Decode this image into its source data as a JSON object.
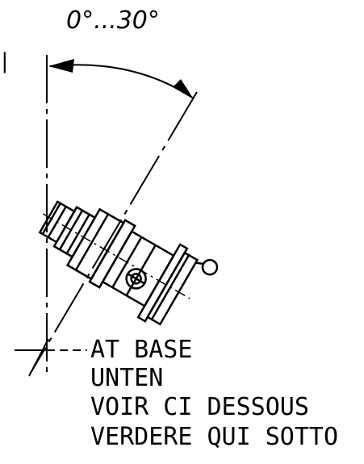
{
  "drawing": {
    "angle_label": "0°...30°",
    "stray_mark": "|",
    "notes": [
      "AT BASE",
      "UNTEN",
      "VOIR CI DESSOUS",
      "VERDERE QUI SOTTO"
    ],
    "colors": {
      "line": "#000000",
      "background": "#ffffff"
    },
    "tilt_range_degrees": [
      0,
      30
    ]
  }
}
